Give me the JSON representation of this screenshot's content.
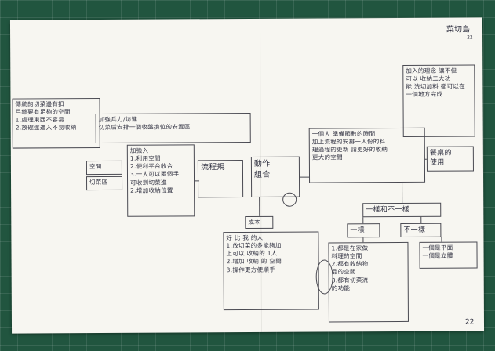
{
  "page": {
    "title": "菜切島",
    "title_sub": "22",
    "page_number": "22"
  },
  "boxes": {
    "left_top": "傳統的切菜邊有扣\n弓縮要有足夠的空間\n1.處理東西不容易\n2.放碗盤進入不易收納",
    "mid_top": "加強兵力/坊進\n切菜后安排一個收盤換位的安置區",
    "center_main": "加強入\n1.利用空間\n2.便利平台收合\n3.一人可以兩個手\n可收到切菜進\n2.增加收納位置",
    "center_small": "流程規",
    "center_right": "動作\n組合",
    "right_mid": "一個人 準備節數的時間\n加上流程的安排一人份的料\n理過程的更新 請更好的收納\n更大的空間",
    "right_top": "加入的理念 讓不但\n可以 收納二大功\n能 洗切加料 都可以在\n一個地方完成",
    "right_small": "餐桌的\n使用",
    "below": "成本",
    "bottom_center": "好 比 我 的人\n1.放切菜的多能夠加\n上可以 收納的 1人\n2.增加 收納 的 空間\n3.操作更方便順手",
    "same_diff": "一樣和不一樣",
    "same": "一樣",
    "diff": "不一樣",
    "bottom_right": "1.都是在家做\n料理的空間\n2.都有收納物\n品的空間\n3.都有切菜流\n的功能",
    "far_right_small": "一個是平面\n一個是立體",
    "left_small_1": "空間",
    "left_small_2": "切菜區"
  }
}
